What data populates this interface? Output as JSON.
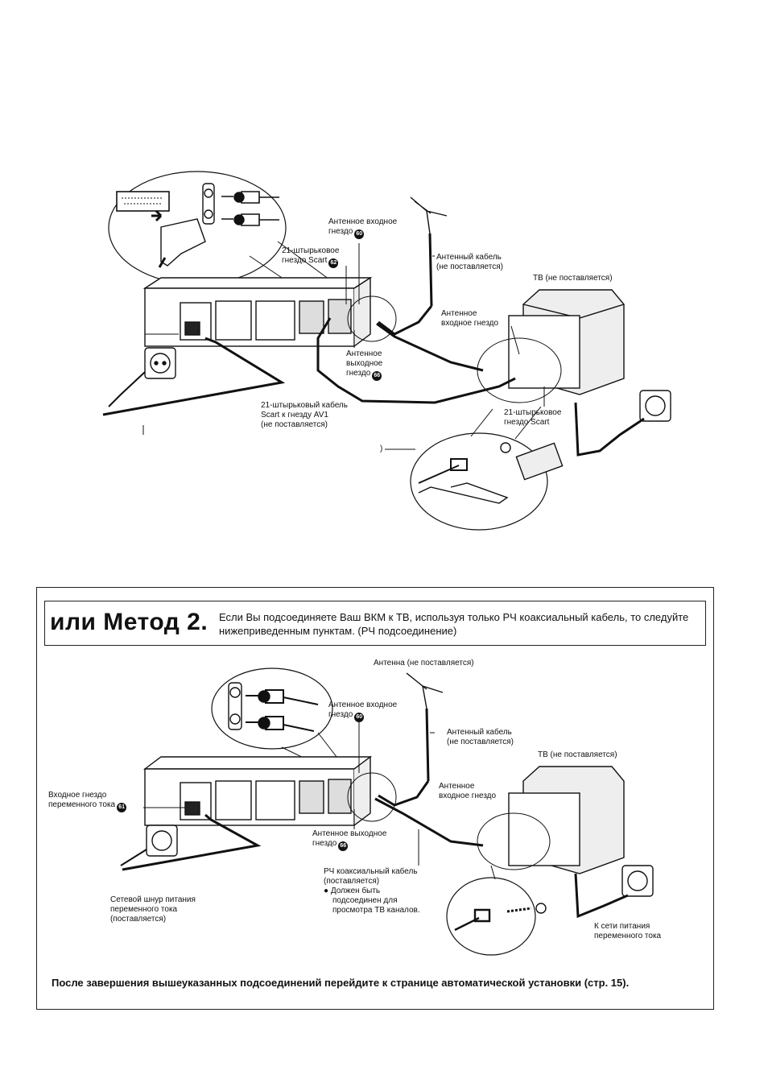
{
  "diagram1": {
    "labels": {
      "ant_in_vcr": [
        "Антенное входное",
        "гнездо"
      ],
      "ant_in_vcr_num": "60",
      "scart_vcr": [
        "21-штырьковое",
        "гнездо Scart"
      ],
      "scart_vcr_num": "62",
      "ant_cable": [
        "Антенный кабель",
        "(не поставляется)"
      ],
      "tv": "ТВ (не поставляется)",
      "tv_ant_in": [
        "Антенное",
        "входное гнездо"
      ],
      "ant_out_vcr": [
        "Антенное",
        "выходное",
        "гнездо"
      ],
      "ant_out_vcr_num": "66",
      "scart_cable": [
        "21-штырьковый кабель",
        "Scart к гнезду AV1",
        "(не поставляется)"
      ],
      "tv_scart": [
        "21-штырьковое",
        "гнездо Scart"
      ],
      "stray_paren": ")"
    }
  },
  "method2": {
    "title": "или Метод 2.",
    "description": "Если Вы подсоединяете Ваш ВКМ к ТВ, используя только РЧ коаксиальный кабель, то следуйте нижеприведенным пунктам. (РЧ подсоединение)"
  },
  "diagram2": {
    "labels": {
      "antenna": "Антенна (не поставляется)",
      "ant_in_vcr": [
        "Антенное входное",
        "гнездо"
      ],
      "ant_in_vcr_num": "60",
      "ant_cable": [
        "Антенный кабель",
        "(не поставляется)"
      ],
      "tv": "ТВ (не поставляется)",
      "tv_ant_in": [
        "Антенное",
        "входное гнездо"
      ],
      "ac_in": [
        "Входное гнездо",
        "переменного тока"
      ],
      "ac_in_num": "61",
      "ant_out_vcr": [
        "Антенное выходное",
        "гнездо"
      ],
      "ant_out_vcr_num": "66",
      "rf_cable": [
        "РЧ коаксиальный кабель",
        "(поставляется)"
      ],
      "rf_note": [
        "Должен быть",
        "подсоединен для",
        "просмотра ТВ каналов."
      ],
      "power_cord": [
        "Сетевой шнур питания",
        "переменного тока",
        "(поставляется)"
      ],
      "mains": [
        "К сети питания",
        "переменного тока"
      ]
    }
  },
  "footer": "После завершения вышеуказанных подсоединений перейдите к странице автоматической установки (стр. 15)."
}
